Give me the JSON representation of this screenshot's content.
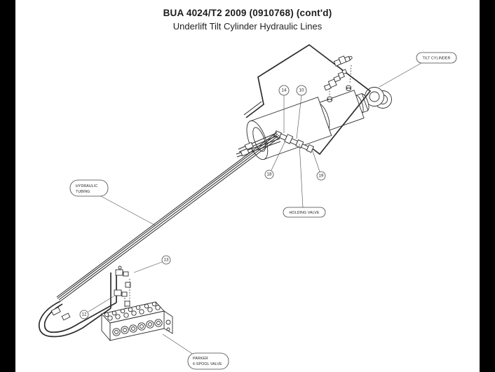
{
  "page": {
    "title": "BUA 4024/T2 2009 (0910768) (cont'd)",
    "subtitle": "Underlift Tilt Cylinder Hydraulic Lines"
  },
  "diagram": {
    "labels": {
      "tilt_cylinder": {
        "text": "TILT CYLINDER"
      },
      "hydraulic_tubing": {
        "line1": "HYDRAULIC",
        "line2": "TUBING"
      },
      "holding_valve": {
        "text": "HOLDING VALVE"
      },
      "parker_valve": {
        "line1": "PARKER",
        "line2": "6-SPOOL VALVE"
      }
    },
    "callouts": {
      "c14": "14",
      "c10": "10",
      "c18": "18",
      "c19": "19",
      "c13": "13",
      "c12": "12"
    },
    "colors": {
      "line": "#2d2d2d",
      "background": "#ffffff",
      "margin_bar": "#000000"
    }
  }
}
